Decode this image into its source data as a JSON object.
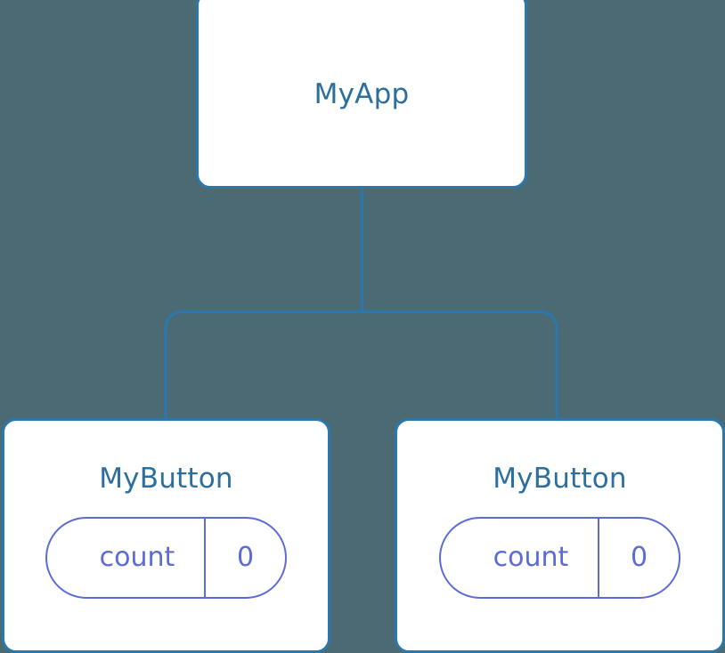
{
  "canvas": {
    "background_color": "#4c6a73",
    "edge_color": "#2a78ad"
  },
  "tree": {
    "root": {
      "label": "MyApp",
      "border_color": "#2a78ad",
      "fill_color": "#ffffff",
      "label_color": "#2c6f9e"
    },
    "children": [
      {
        "label": "MyButton",
        "border_color": "#2a78ad",
        "fill_color": "#ffffff",
        "label_color": "#2c6f9e",
        "state": {
          "key": "count",
          "value": "0",
          "color": "#5c6bd6"
        }
      },
      {
        "label": "MyButton",
        "border_color": "#2a78ad",
        "fill_color": "#ffffff",
        "label_color": "#2c6f9e",
        "state": {
          "key": "count",
          "value": "0",
          "color": "#5c6bd6"
        }
      }
    ]
  }
}
